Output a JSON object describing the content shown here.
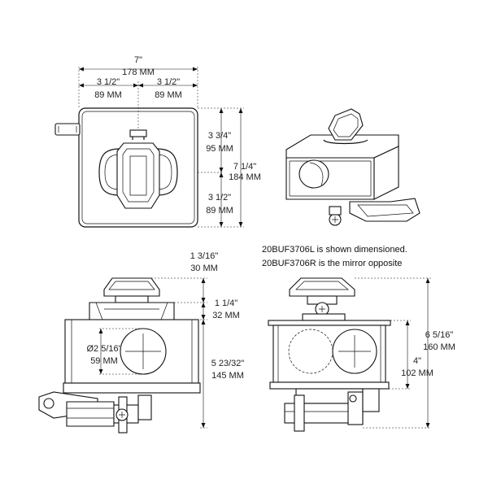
{
  "dimensions": {
    "top_width_in": "7\"",
    "top_width_mm": "178 MM",
    "top_left_in": "3 1/2\"",
    "top_left_mm": "89 MM",
    "top_right_in": "3 1/2\"",
    "top_right_mm": "89 MM",
    "top_upper_in": "3 3/4\"",
    "top_upper_mm": "95 MM",
    "top_total_in": "7 1/4\"",
    "top_total_mm": "184 MM",
    "top_lower_in": "3 1/2\"",
    "top_lower_mm": "89 MM",
    "cap_height_in": "1 3/16\"",
    "cap_height_mm": "30 MM",
    "collar_in": "1 1/4\"",
    "collar_mm": "32 MM",
    "hole_dia_in": "Ø2 5/16\"",
    "hole_dia_mm": "59 MM",
    "body_height_in": "5 23/32\"",
    "body_height_mm": "145 MM",
    "side_total_in": "6 5/16\"",
    "side_total_mm": "160 MM",
    "side_body_in": "4\"",
    "side_body_mm": "102 MM"
  },
  "notes": {
    "line1": "20BUF3706L is shown dimensioned.",
    "line2": "20BUF3706R is the mirror opposite"
  }
}
